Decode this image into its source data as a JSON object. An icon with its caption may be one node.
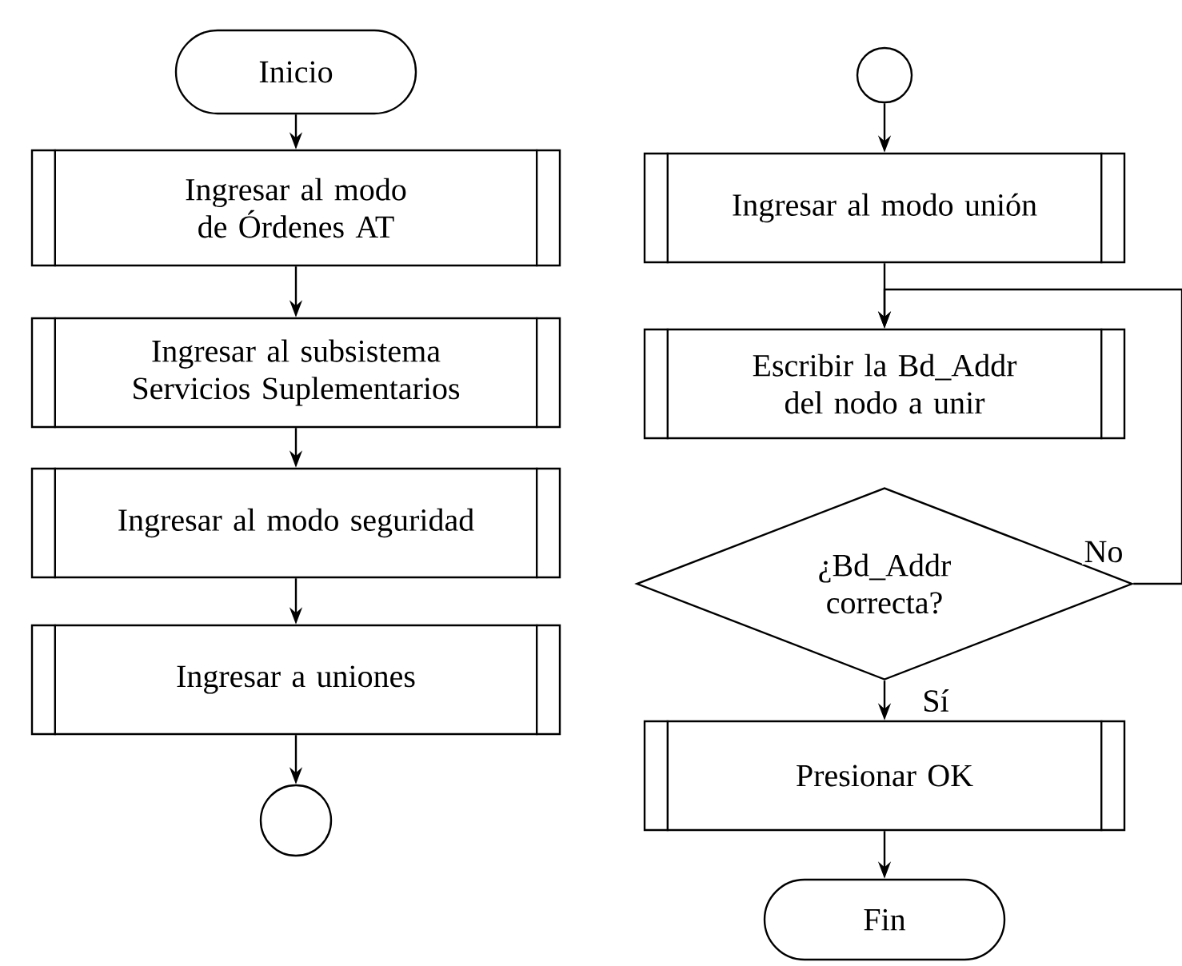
{
  "diagram": {
    "nodes": [
      {
        "text": [
          "Inicio"
        ]
      },
      {
        "text": [
          "Ingresar al modo de Órdenes AT"
        ]
      },
      {
        "text": [
          "Ingresar al subsistema Servicios Suplementarios"
        ]
      },
      {
        "text": [
          "Ingresar al modo seguridad"
        ]
      },
      {
        "text": [
          "Ingresar a uniones"
        ]
      },
      {
        "text": [],
        "shape": "circle"
      },
      {
        "text": [],
        "shape": "circle"
      },
      {
        "text": [
          "Ingresar al modo unión"
        ]
      },
      {
        "text": [
          "Escribir la Bd_Addr del nodo a unir"
        ]
      },
      {
        "text": [
          "¿Bd_Addr correcta?"
        ]
      },
      {
        "text": [
          "Presionar OK"
        ]
      },
      {
        "text": [
          "Fin"
        ]
      }
    ],
    "edges": [
      {
        "from": 0,
        "to": 1,
        "arrow": "to"
      },
      {
        "from": 1,
        "to": 2,
        "arrow": "to"
      },
      {
        "from": 2,
        "to": 3,
        "arrow": "to"
      },
      {
        "from": 3,
        "to": 4,
        "arrow": "to"
      },
      {
        "from": 4,
        "to": 5,
        "arrow": "to"
      },
      {
        "from": 6,
        "to": 7,
        "arrow": "to"
      },
      {
        "from": 7,
        "to": 8,
        "arrow": "to"
      },
      {
        "from": 9,
        "to": 8,
        "arrow": "to",
        "label": "No"
      },
      {
        "from": 9,
        "to": 10,
        "arrow": "to",
        "label": "Sí"
      },
      {
        "from": 10,
        "to": 11,
        "arrow": "to"
      }
    ]
  }
}
